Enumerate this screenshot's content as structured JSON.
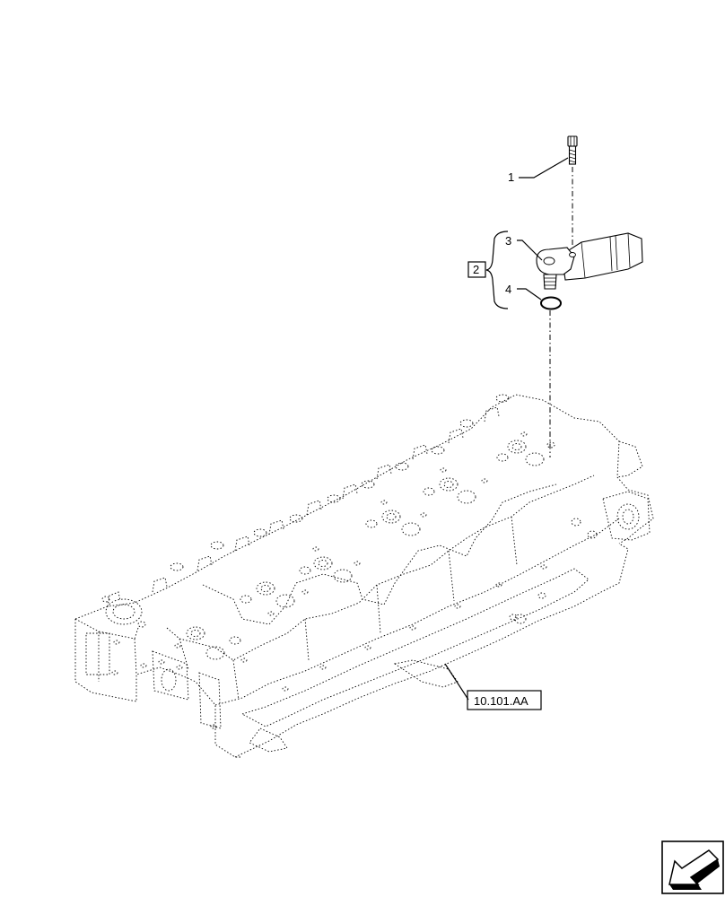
{
  "callouts": {
    "item_1": "1",
    "item_2": "2",
    "item_3": "3",
    "item_4": "4"
  },
  "reference": "10.101.AA",
  "icons": {
    "nav": "next-page-arrow-icon"
  },
  "colors": {
    "line": "#000000",
    "background": "#ffffff"
  }
}
